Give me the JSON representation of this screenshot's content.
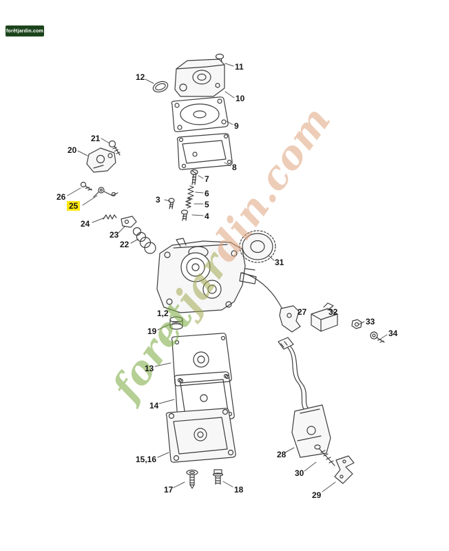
{
  "page": {
    "background": "#ffffff"
  },
  "logo": {
    "text": "forêtjardin.com",
    "bg": "#1c441c",
    "fg": "#ffffff"
  },
  "watermark": {
    "segment_green": "foret",
    "segment_mid": "jar",
    "segment_orange": "din.com",
    "color_green": "#7aa93e",
    "color_mid": "#a3aa52",
    "color_orange": "#e0a57f"
  },
  "highlight": {
    "part": "25",
    "color": "#fde910"
  },
  "callouts": [
    {
      "text": "11"
    },
    {
      "text": "12"
    },
    {
      "text": "10"
    },
    {
      "text": "9"
    },
    {
      "text": "8"
    },
    {
      "text": "21"
    },
    {
      "text": "20"
    },
    {
      "text": "7"
    },
    {
      "text": "6"
    },
    {
      "text": "3"
    },
    {
      "text": "5"
    },
    {
      "text": "4"
    },
    {
      "text": "26"
    },
    {
      "text": "25"
    },
    {
      "text": "24"
    },
    {
      "text": "23"
    },
    {
      "text": "22"
    },
    {
      "text": "31"
    },
    {
      "text": "1,2"
    },
    {
      "text": "27"
    },
    {
      "text": "32"
    },
    {
      "text": "33"
    },
    {
      "text": "34"
    },
    {
      "text": "19"
    },
    {
      "text": "13"
    },
    {
      "text": "14"
    },
    {
      "text": "28"
    },
    {
      "text": "15,16"
    },
    {
      "text": "30"
    },
    {
      "text": "17"
    },
    {
      "text": "18"
    },
    {
      "text": "29"
    }
  ]
}
